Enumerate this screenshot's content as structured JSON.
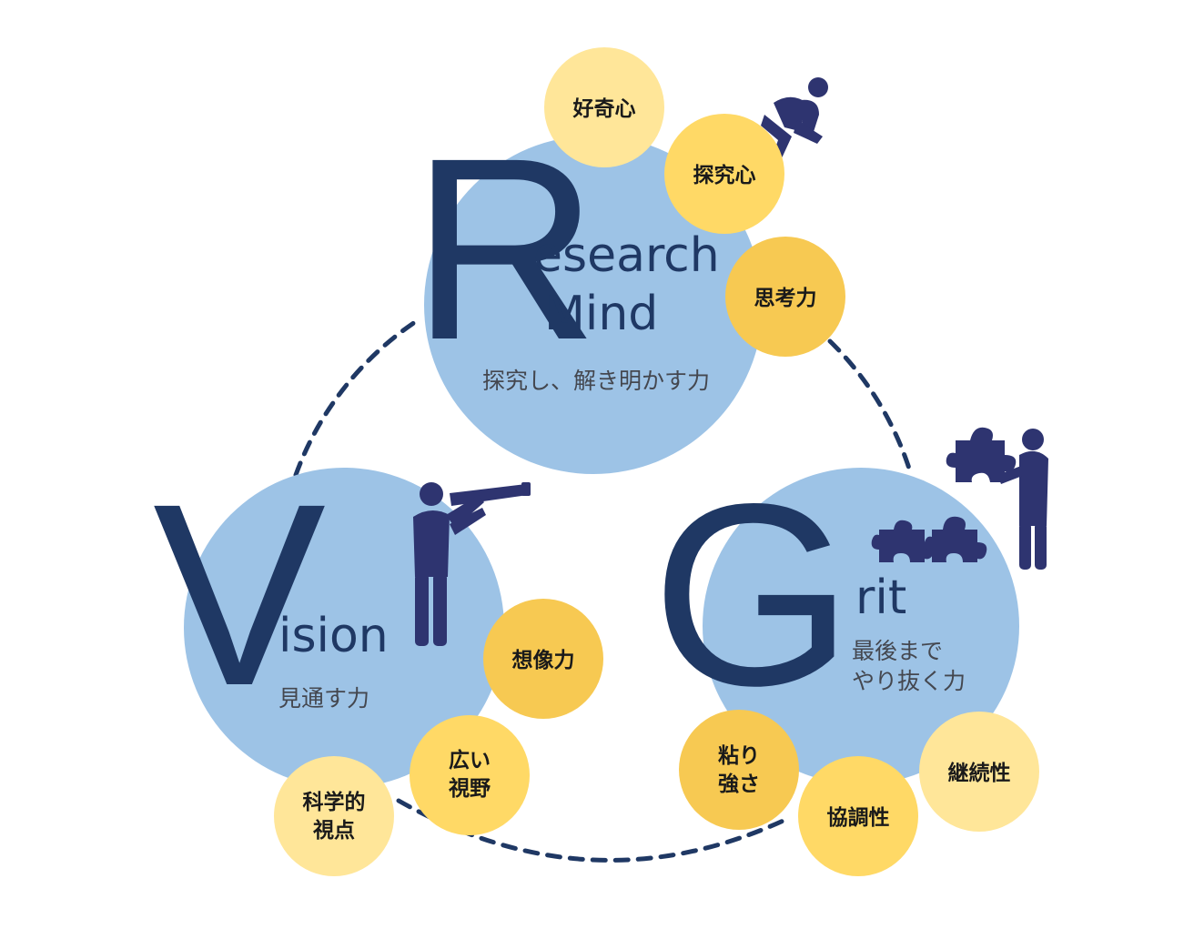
{
  "research": {
    "letter": "R",
    "line1": "esearch",
    "line2": "Mind",
    "subtitle": "探究し、解き明かす力"
  },
  "vision": {
    "letter": "V",
    "word": "ision",
    "subtitle": "見通す力"
  },
  "grit": {
    "letter": "G",
    "word": "rit",
    "subtitle_line1": "最後まで",
    "subtitle_line2": "やり抜く力"
  },
  "bubbles": {
    "curiosity": "好奇心",
    "inquisitiveness": "探究心",
    "thinking": "思考力",
    "imagination": "想像力",
    "broad_view_1": "広い",
    "broad_view_2": "視野",
    "scientific_1": "科学的",
    "scientific_2": "視点",
    "tenacity_1": "粘り",
    "tenacity_2": "強さ",
    "cooperation": "協調性",
    "continuity": "継続性"
  },
  "colors": {
    "big_circle": "#9dc3e6",
    "dark_navy": "#1f3864",
    "bubble_light": "#ffe699",
    "bubble_mid": "#ffd966",
    "bubble_dark": "#f7c952",
    "icon": "#2e3470"
  }
}
